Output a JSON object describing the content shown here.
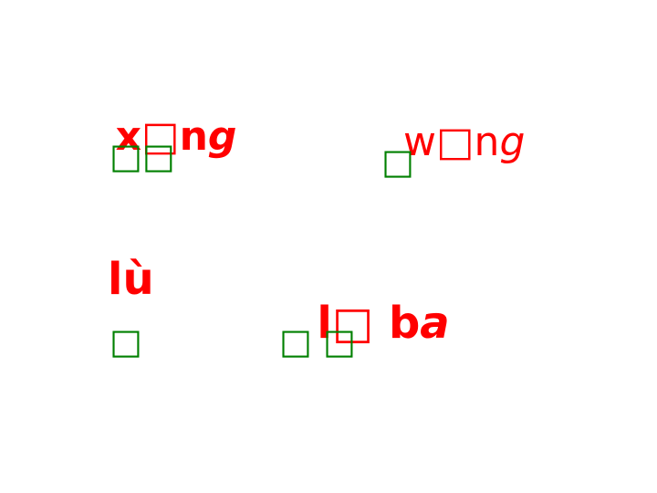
{
  "colors": {
    "pinyin": "#ff0000",
    "hanzi": "#008000",
    "background": "#ffffff"
  },
  "items": [
    {
      "pinyin_a": "x□n",
      "pinyin_b": "g",
      "hanzi": "□□"
    },
    {
      "pinyin_a": "w□n",
      "pinyin_b": "g",
      "hanzi": "□"
    },
    {
      "pinyin": "lù",
      "hanzi": "□"
    },
    {
      "pinyin_a": "l□ b",
      "pinyin_b": "a",
      "hanzi": "□ □"
    }
  ]
}
